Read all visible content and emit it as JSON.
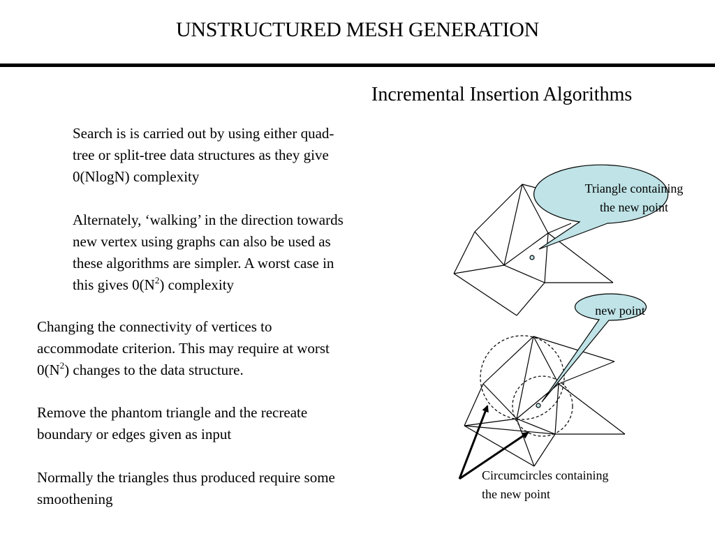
{
  "slide": {
    "title": "UNSTRUCTURED MESH GENERATION",
    "subtitle": "Incremental Insertion Algorithms"
  },
  "paragraphs": {
    "p1": {
      "line1": "Search is is carried out by using either quad-",
      "line2": "tree or split-tree data structures as they give",
      "line3": "0(NlogN) complexity"
    },
    "p2": {
      "line1": "Alternately, ‘walking’ in the direction towards",
      "line2": "new vertex using graphs can also be used as",
      "line3": "these algorithms are simpler.  A worst case in",
      "line4_pre": "this gives 0(N",
      "line4_sup": "2",
      "line4_post": ") complexity"
    },
    "p3": {
      "line1": "Changing the connectivity of vertices to",
      "line2": "accommodate  criterion.  This may require at worst",
      "line3_pre": "0(N",
      "line3_sup": "2",
      "line3_post": ") changes to the data structure."
    },
    "p4": {
      "line1": "Remove the phantom triangle and the recreate",
      "line2": "boundary or edges given as input"
    },
    "p5": {
      "line1": "Normally the triangles thus produced require some",
      "line2": "smoothening"
    }
  },
  "diagram": {
    "callout_triangle": {
      "line1": "Triangle containing",
      "line2": "the new point"
    },
    "callout_new_point": "new point",
    "caption": {
      "line1": "Circumcircles containing",
      "line2": "the new point"
    },
    "colors": {
      "callout_fill": "#bfe3e6",
      "line": "#000000"
    }
  }
}
